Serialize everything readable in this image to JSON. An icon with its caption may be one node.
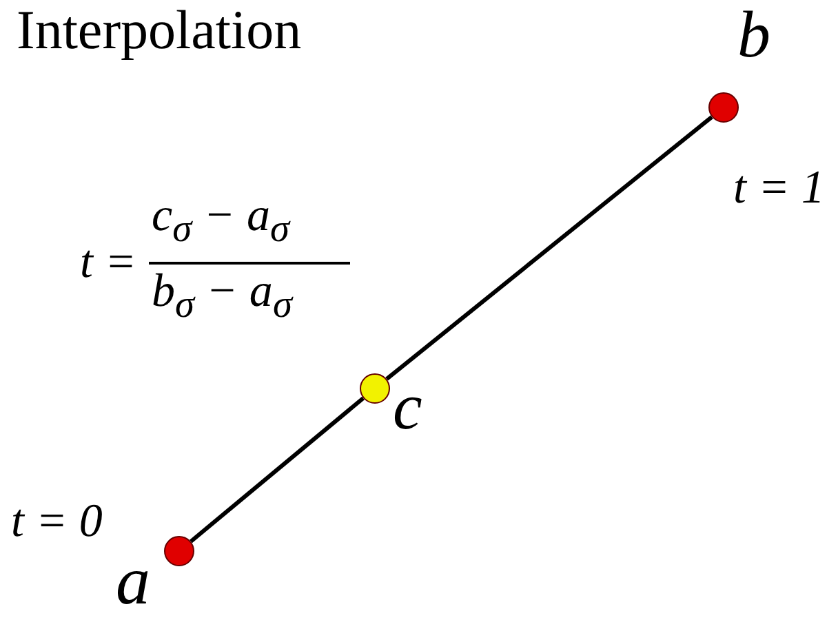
{
  "diagram": {
    "title": "Interpolation",
    "nodes": [
      {
        "text": [],
        "shape": "circle",
        "beside": [
          "b",
          "t = 1"
        ]
      },
      {
        "text": [],
        "shape": "circle",
        "beside": [
          "c"
        ]
      },
      {
        "text": [],
        "shape": "circle",
        "beside": [
          "t = 0",
          "a"
        ]
      }
    ],
    "edges": [
      {
        "from": 2,
        "to": 1,
        "arrow": "none"
      },
      {
        "from": 1,
        "to": 0,
        "arrow": "none"
      }
    ],
    "labels": [
      "t =",
      "c$_{σ}$ − a$_{σ}$",
      "b$_{σ}$ − a$_{σ}$"
    ]
  }
}
